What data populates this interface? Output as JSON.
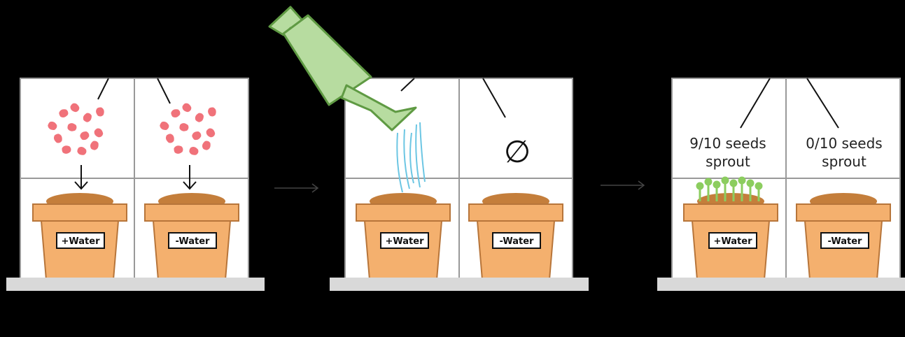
{
  "colors": {
    "background": "#000000",
    "panel": "#ffffff",
    "grid_line": "#999999",
    "shelf": "#d9d9d9",
    "pot": "#f4b06e",
    "pot_outline": "#b7753a",
    "soil": "#c47e3b",
    "seed": "#f0727a",
    "can": "#b7dca0",
    "can_outline": "#5f9a43",
    "water": "#6cc6e3",
    "sprout": "#8ccd5f"
  },
  "icons": [
    "seed-icon",
    "watering-can-icon",
    "water-stream-icon",
    "sprout-icon",
    "empty-set-icon",
    "arrow-icon"
  ],
  "labels": {
    "plus_water": "+Water",
    "minus_water": "-Water",
    "empty_set": "∅",
    "result_water_line1": "9/10 seeds",
    "result_water_line2": "sprout",
    "result_nowater_line1": "0/10 seeds",
    "result_nowater_line2": "sprout"
  }
}
